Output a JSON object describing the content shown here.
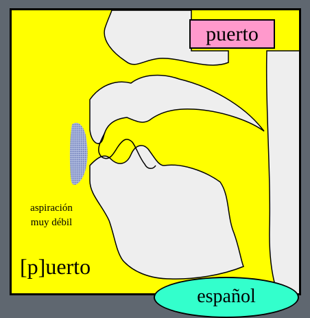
{
  "slide": {
    "word": "puerto",
    "note_line1": "aspiración",
    "note_line2": "muy débil",
    "transcription": "[p]uerto",
    "language": "español"
  },
  "colors": {
    "background": "#5f6770",
    "panel": "#ffff00",
    "cavity": "#eeeeee",
    "aspiration": "#8f9fd0",
    "word_box": "#ff99cc",
    "language_badge": "#33ffcc"
  },
  "icons": {
    "aspiration_mark": "dotted-aspiration-shape"
  }
}
